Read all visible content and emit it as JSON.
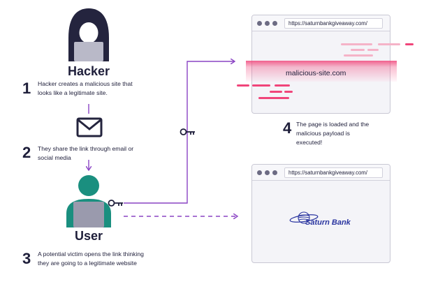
{
  "hacker": {
    "label": "Hacker"
  },
  "user": {
    "label": "User"
  },
  "steps": [
    {
      "number": "1",
      "text_line1": "Hacker creates a malicious site that",
      "text_line2": "looks like a legitimate site."
    },
    {
      "number": "2",
      "text_line1": "They share the link through email or",
      "text_line2": "social media"
    },
    {
      "number": "3",
      "text_line1": "A potential victim opens the link thinking",
      "text_line2": "they are going to a legitimate website"
    },
    {
      "number": "4",
      "text_line1": "The page is loaded and the",
      "text_line2": "malicious payload is",
      "text_line3": "executed!"
    }
  ],
  "malicious_window": {
    "url": "https://saturnbankgiveaway.com/",
    "site_text": "malicious-site.com"
  },
  "legit_window": {
    "url": "https://saturnbankgiveaway.com/",
    "brand": "Saturn Bank"
  },
  "icons": {
    "mail": "envelope-icon",
    "key": "key-icon",
    "hacker": "hooded-hacker-icon",
    "user": "user-icon"
  },
  "colors": {
    "accent": "#8a43c4",
    "pink": "#f0457a",
    "navy": "#1e1e3a",
    "hacker_hood": "#24243e",
    "user_teal": "#1a8f7f",
    "laptop": "#9a9aad"
  }
}
